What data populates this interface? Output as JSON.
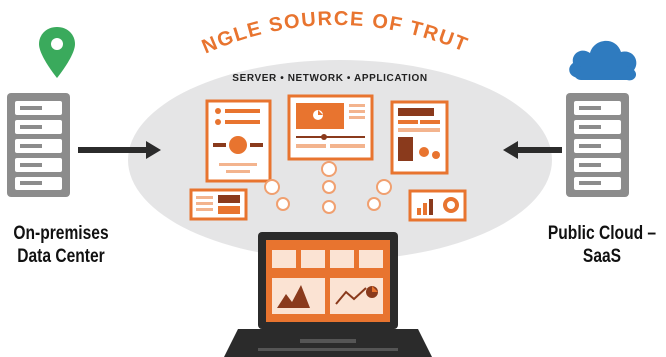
{
  "title": "SINGLE SOURCE OF TRUTH",
  "subtitle": "SERVER • NETWORK • APPLICATION",
  "left": {
    "label_line1": "On-premises",
    "label_line2": "Data Center",
    "icon": "map-pin-icon",
    "pin_color": "#3aaa5c"
  },
  "right": {
    "label_line1": "Public Cloud –",
    "label_line2": "SaaS",
    "icon": "cloud-icon",
    "cloud_color": "#2f7bbf"
  },
  "colors": {
    "accent": "#e8742f",
    "accent_dark": "#8a3a1c",
    "ellipse": "#e5e5e6",
    "server": "#8c8c8c",
    "laptop": "#2b2b2b"
  }
}
